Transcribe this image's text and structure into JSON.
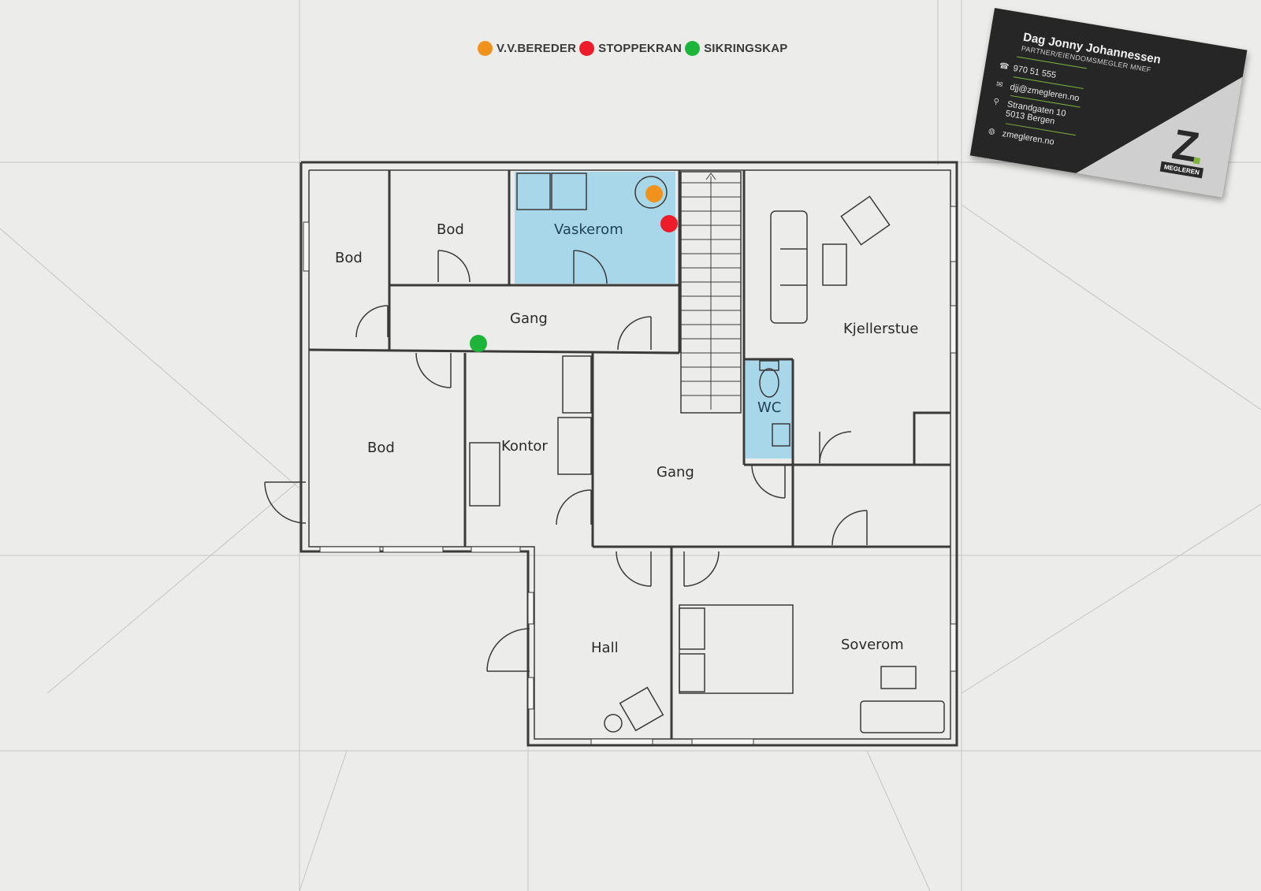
{
  "legend": [
    {
      "label": "V.V.BEREDER",
      "color": "#f0921c"
    },
    {
      "label": "STOPPEKRAN",
      "color": "#ee1c2a"
    },
    {
      "label": "SIKRINGSKAP",
      "color": "#1cb53a"
    }
  ],
  "rooms": {
    "bod_left": "Bod",
    "bod_top": "Bod",
    "vaskerom": "Vaskerom",
    "gang_upper": "Gang",
    "kjellerstue": "Kjellerstue",
    "wc": "WC",
    "bod_lower": "Bod",
    "kontor": "Kontor",
    "gang_middle": "Gang",
    "hall": "Hall",
    "soverom": "Soverom"
  },
  "colors": {
    "wet_room": "#a9d7ea",
    "wall": "#3a3a3a",
    "background": "#ececea"
  },
  "card": {
    "name": "Dag Jonny Johannessen",
    "role": "PARTNER/EIENDOMSMEGLER MNEF",
    "phone": "970 51 555",
    "email": "djj@zmegleren.no",
    "address_line1": "Strandgaten 10",
    "address_line2": "5013 Bergen",
    "website": "zmegleren.no",
    "logo_letter": "Z",
    "logo_text": "MEGLEREN",
    "accent": "#7fb53f"
  }
}
